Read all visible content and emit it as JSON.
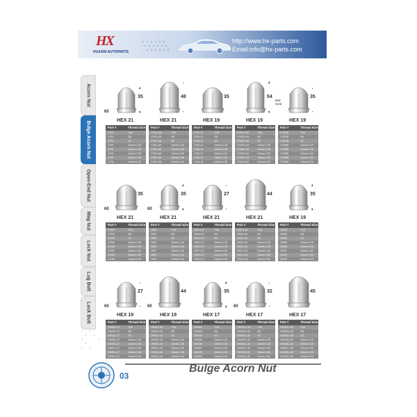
{
  "header": {
    "logo_mark": "HX",
    "logo_sub": "HUAXIN AUTOPARTS",
    "website": "http://www.hx-parts.com",
    "email": "Email:info@hx-parts.com"
  },
  "tabs": [
    {
      "label": "Acorn Nut",
      "active": false
    },
    {
      "label": "Bulge Acorn Nut",
      "active": true
    },
    {
      "label": "Open-End Nut",
      "active": false
    },
    {
      "label": "Mag Nut",
      "active": false
    },
    {
      "label": "Lock Nut",
      "active": false
    },
    {
      "label": "Lug Bolt",
      "active": false
    },
    {
      "label": "Lock Bolt",
      "active": false
    }
  ],
  "table_header": {
    "part": "Part #",
    "thread": "Thread Size"
  },
  "products": [
    {
      "hex": "HEX 21",
      "height": "35",
      "seat": "60",
      "rows": [
        [
          "1702",
          "7/16"
        ],
        [
          "1703",
          "3/8"
        ],
        [
          "1704",
          "1/2"
        ],
        [
          "1705",
          "10mm×1.25"
        ],
        [
          "1706",
          "12mm×1.25"
        ],
        [
          "1708",
          "12mm×1.50"
        ],
        [
          "1709",
          "14mm×1.50"
        ],
        [
          "1716",
          "14mm×2.00"
        ]
      ]
    },
    {
      "hex": "HEX 21",
      "height": "48",
      "seat": "",
      "rows": [
        [
          "1702-L48",
          "7/16"
        ],
        [
          "1703-L48",
          "3/8"
        ],
        [
          "1704-L48",
          "1/2"
        ],
        [
          "1705-L48",
          "10mm×1.25"
        ],
        [
          "1706-L48",
          "12mm×1.25"
        ],
        [
          "1708-L48",
          "12mm×1.50"
        ],
        [
          "1709-L48",
          "14mm×1.50"
        ],
        [
          "1716-L48",
          "14mm×2.00"
        ]
      ]
    },
    {
      "hex": "HEX 19",
      "height": "35",
      "seat": "",
      "rows": [
        [
          "1702-13",
          "7/16"
        ],
        [
          "1703-13",
          "3/8"
        ],
        [
          "1704-13",
          "1/2"
        ],
        [
          "1705-13",
          "10mm×1.25"
        ],
        [
          "1706-13",
          "12mm×1.25"
        ],
        [
          "1708-13",
          "12mm×1.50"
        ],
        [
          "1709-13",
          "14mm×1.50"
        ],
        [
          "1716-13",
          "14mm×2.00"
        ]
      ]
    },
    {
      "hex": "HEX 19",
      "height": "54",
      "seat": "",
      "rows": [
        [
          "17002-L54",
          "7/16"
        ],
        [
          "17003-L54",
          "3/8"
        ],
        [
          "17004-L54",
          "1/2"
        ],
        [
          "17005-L54",
          "10mm×1.25"
        ],
        [
          "17006-L54",
          "12mm×1.25"
        ],
        [
          "17008-L54",
          "12mm×1.50"
        ],
        [
          "17009-L54",
          "14mm×1.50"
        ],
        [
          "17016-L54",
          "14mm×2.00"
        ]
      ]
    },
    {
      "hex": "HEX 19",
      "height": "35",
      "seat": "Ball Seat",
      "rows": [
        [
          "17002B",
          "7/16"
        ],
        [
          "17003B",
          "3/8"
        ],
        [
          "17004B",
          "1/2"
        ],
        [
          "17005B",
          "10mm×1.25"
        ],
        [
          "17006B",
          "12mm×1.25"
        ],
        [
          "17008B",
          "12mm×1.50"
        ],
        [
          "17009B",
          "14mm×1.50"
        ],
        [
          "17016B",
          "14mm×2.00"
        ]
      ]
    },
    {
      "hex": "HEX 21",
      "height": "35",
      "seat": "60",
      "rows": [
        [
          "17032",
          "7/16"
        ],
        [
          "17033",
          "3/8"
        ],
        [
          "17034",
          "1/2"
        ],
        [
          "17035",
          "10mm×1.25"
        ],
        [
          "17036",
          "12mm×1.25"
        ],
        [
          "17037",
          "12mm×1.50"
        ],
        [
          "17039",
          "14mm×1.50"
        ],
        [
          "17192",
          "14mm×2.00"
        ]
      ]
    },
    {
      "hex": "HEX 21",
      "height": "35",
      "seat": "60",
      "rows": [
        [
          "1902",
          "7/16"
        ],
        [
          "1903",
          "3/8"
        ],
        [
          "1904",
          "1/2"
        ],
        [
          "1905",
          "10mm×1.25"
        ],
        [
          "1906",
          "12mm×1.25"
        ],
        [
          "1907",
          "12mm×1.50"
        ],
        [
          "1909",
          "14mm×1.50"
        ],
        [
          "1916",
          "14mm×2.00"
        ]
      ]
    },
    {
      "hex": "HEX 21",
      "height": "27",
      "seat": "",
      "rows": [
        [
          "1902-L27",
          "7/16"
        ],
        [
          "1903-L27",
          "3/8"
        ],
        [
          "1904-L27",
          "1/2"
        ],
        [
          "1905-L27",
          "10mm×1.25"
        ],
        [
          "1906-L27",
          "12mm×1.25"
        ],
        [
          "1907-L27",
          "12mm×1.50"
        ],
        [
          "1909-L27",
          "14mm×1.50"
        ],
        [
          "1916-L27",
          "14mm×2.00"
        ]
      ]
    },
    {
      "hex": "HEX 21",
      "height": "44",
      "seat": "",
      "rows": [
        [
          "1902-L44",
          "7/16"
        ],
        [
          "1903-L44",
          "3/8"
        ],
        [
          "1904-L44",
          "1/2"
        ],
        [
          "1905-L44",
          "10mm×1.25"
        ],
        [
          "1906-L44",
          "12mm×1.25"
        ],
        [
          "1907-L44",
          "12mm×1.50"
        ],
        [
          "1909-L44",
          "14mm×1.50"
        ],
        [
          "1916-L44",
          "14mm×2.00"
        ]
      ]
    },
    {
      "hex": "HEX 19",
      "height": "35",
      "seat": "",
      "rows": [
        [
          "19032",
          "7/16"
        ],
        [
          "19033",
          "3/8"
        ],
        [
          "19034",
          "1/2"
        ],
        [
          "19035",
          "10mm×1.25"
        ],
        [
          "19036",
          "12mm×1.25"
        ],
        [
          "19037",
          "12mm×1.50"
        ],
        [
          "19039",
          "14mm×1.50"
        ],
        [
          "19192",
          "14mm×2.00"
        ]
      ]
    },
    {
      "hex": "HEX 19",
      "height": "27",
      "seat": "60",
      "rows": [
        [
          "19032-L27",
          "7/16"
        ],
        [
          "19033-L27",
          "3/8"
        ],
        [
          "19034-L27",
          "1/2"
        ],
        [
          "19035-L27",
          "10mm×1.25"
        ],
        [
          "19036-L27",
          "12mm×1.25"
        ],
        [
          "19037-L27",
          "12mm×1.50"
        ],
        [
          "19039-L27",
          "14mm×1.50"
        ],
        [
          "19192-L27",
          "14mm×2.00"
        ]
      ]
    },
    {
      "hex": "HEX 19",
      "height": "44",
      "seat": "60",
      "rows": [
        [
          "19032-L44",
          "7/16"
        ],
        [
          "19033-L44",
          "3/8"
        ],
        [
          "19034-L44",
          "1/2"
        ],
        [
          "19035-L44",
          "10mm×1.25"
        ],
        [
          "19036-L44",
          "12mm×1.25"
        ],
        [
          "19037-L44",
          "12mm×1.50"
        ],
        [
          "19039-L44",
          "14mm×1.50"
        ],
        [
          "19192-L44",
          "14mm×2.00"
        ]
      ]
    },
    {
      "hex": "HEX 17",
      "height": "35",
      "seat": "",
      "rows": [
        [
          "190302",
          "7/16"
        ],
        [
          "190303",
          "3/8"
        ],
        [
          "190304",
          "1/2"
        ],
        [
          "190305",
          "10mm×1.25"
        ],
        [
          "190306",
          "12mm×1.25"
        ],
        [
          "190307",
          "12mm×1.50"
        ],
        [
          "190309",
          "14mm×1.50"
        ],
        [
          "191902",
          "14mm×2.00"
        ]
      ]
    },
    {
      "hex": "HEX 17",
      "height": "32",
      "seat": "60",
      "rows": [
        [
          "190302-L32",
          "7/16"
        ],
        [
          "190303-L32",
          "3/8"
        ],
        [
          "190304-L32",
          "1/2"
        ],
        [
          "190305-L32",
          "10mm×1.25"
        ],
        [
          "190306-L32",
          "12mm×1.25"
        ],
        [
          "190307-L32",
          "12mm×1.50"
        ],
        [
          "190309-L32",
          "14mm×1.50"
        ],
        [
          "191902-L32",
          "14mm×2.00"
        ]
      ]
    },
    {
      "hex": "HEX 17",
      "height": "45",
      "seat": "",
      "rows": [
        [
          "190302-L45",
          "7/16"
        ],
        [
          "190303-L45",
          "3/8"
        ],
        [
          "190304-L45",
          "1/2"
        ],
        [
          "190305-L45",
          "10mm×1.25"
        ],
        [
          "190306-L45",
          "12mm×1.25"
        ],
        [
          "190307-L45",
          "12mm×1.50"
        ],
        [
          "190309-L45",
          "14mm×1.50"
        ],
        [
          "191902-L45",
          "14mm×2.00"
        ]
      ]
    }
  ],
  "footer": {
    "page_number": "03",
    "title": "Bulge Acorn Nut"
  }
}
